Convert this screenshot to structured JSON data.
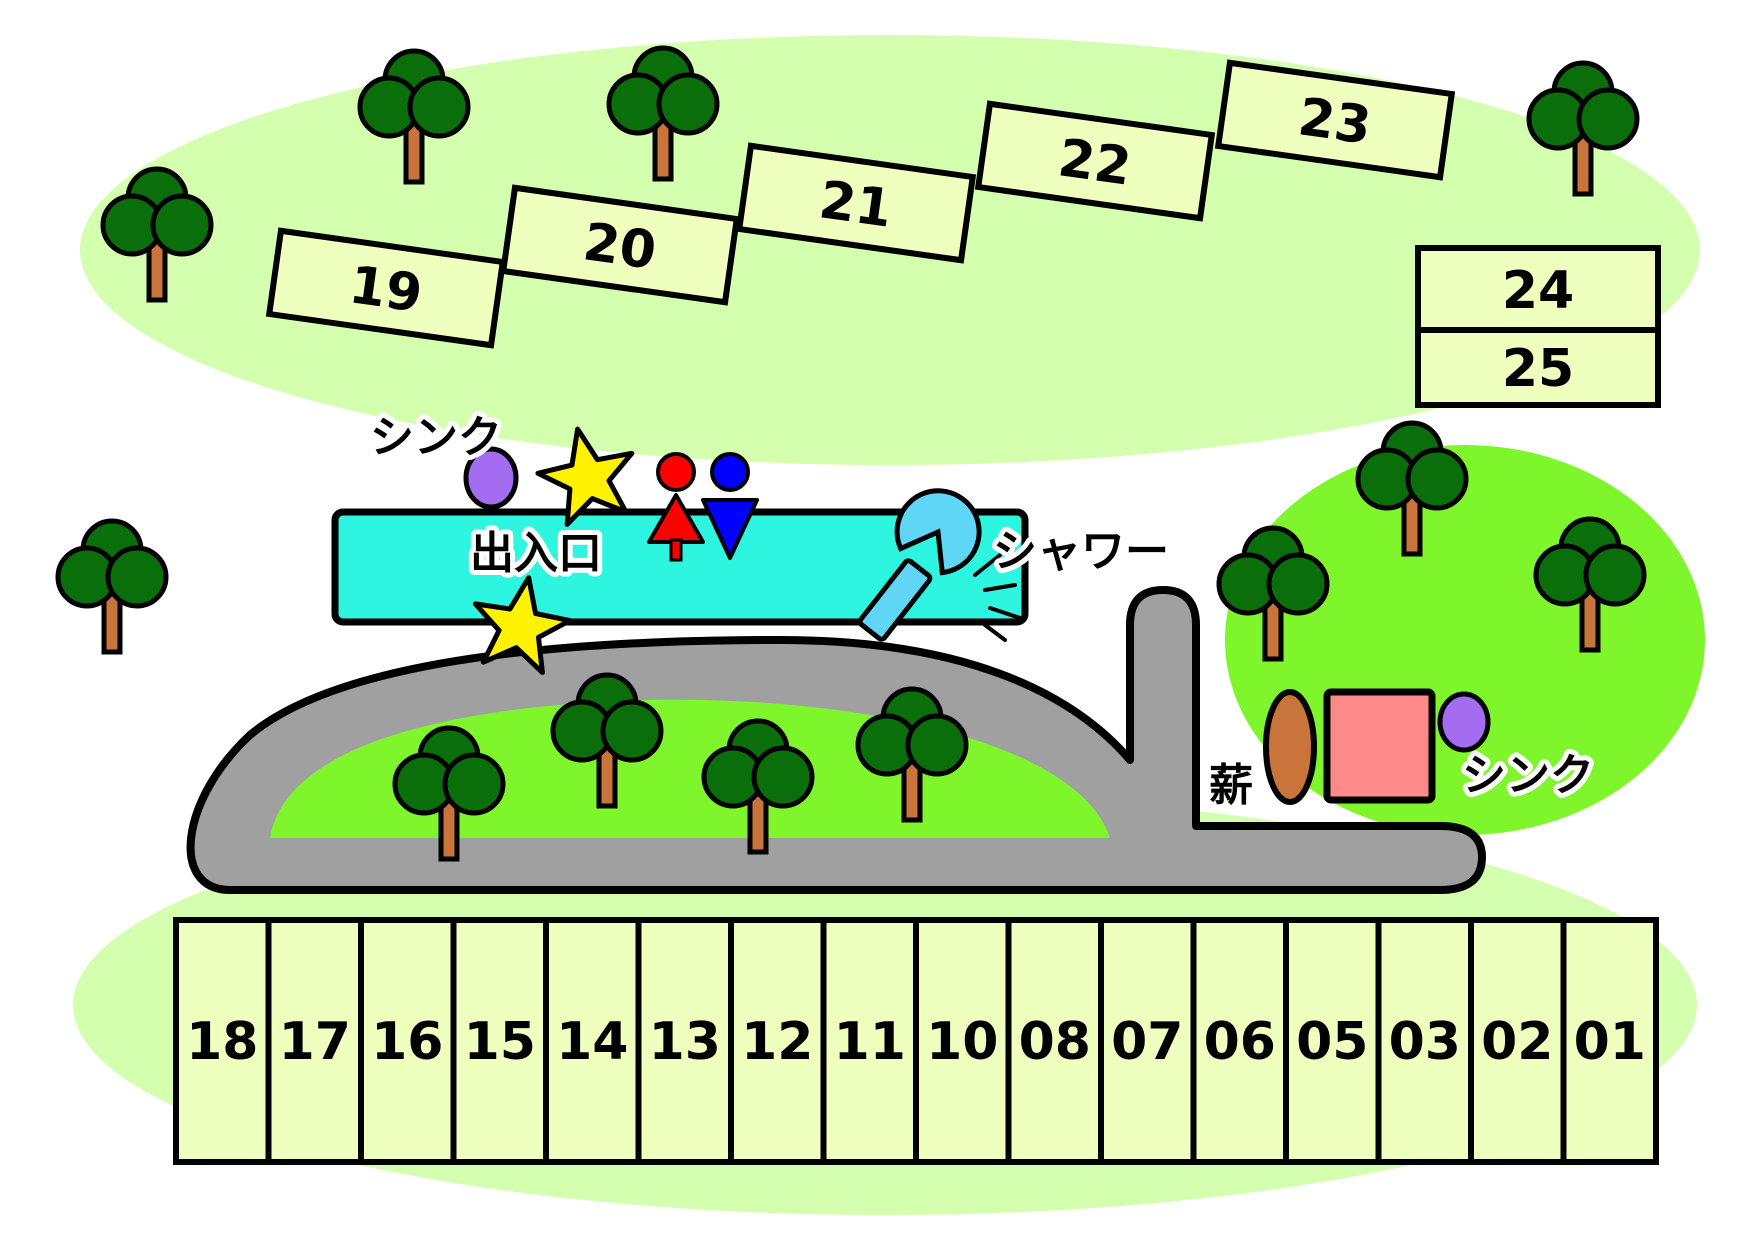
{
  "map": {
    "sites_top": [
      "19",
      "20",
      "21",
      "22",
      "23"
    ],
    "sites_right": [
      "24",
      "25"
    ],
    "sites_bottom": [
      "18",
      "17",
      "16",
      "15",
      "14",
      "13",
      "12",
      "11",
      "10",
      "08",
      "07",
      "06",
      "05",
      "03",
      "02",
      "01"
    ],
    "labels": {
      "sink_left": "シンク",
      "entrance": "出入口",
      "shower": "シャワー",
      "firewood": "薪",
      "sink_right": "シンク"
    },
    "icons": {
      "tree": "tree-icon",
      "star": "star-icon",
      "sink": "sink-icon",
      "shower": "shower-icon",
      "toilet_female": "toilet-female-icon",
      "toilet_male": "toilet-male-icon",
      "firewood": "firewood-icon",
      "building": "building-icon"
    },
    "colors": {
      "grass_light": "#d3ffaf",
      "grass_bright": "#7ff62c",
      "road": "#a0a0a0",
      "building": "#2ef5e0",
      "site": "#efffbe",
      "tree_leaves": "#0a6e0a",
      "tree_trunk": "#c8743a",
      "star": "#fff200",
      "sink": "#a46cf0",
      "shower": "#5fd6f5",
      "toilet_female": "#ff0000",
      "toilet_male": "#0000ff",
      "firewood": "#c8743a",
      "pink_box": "#ff8a8a"
    }
  }
}
